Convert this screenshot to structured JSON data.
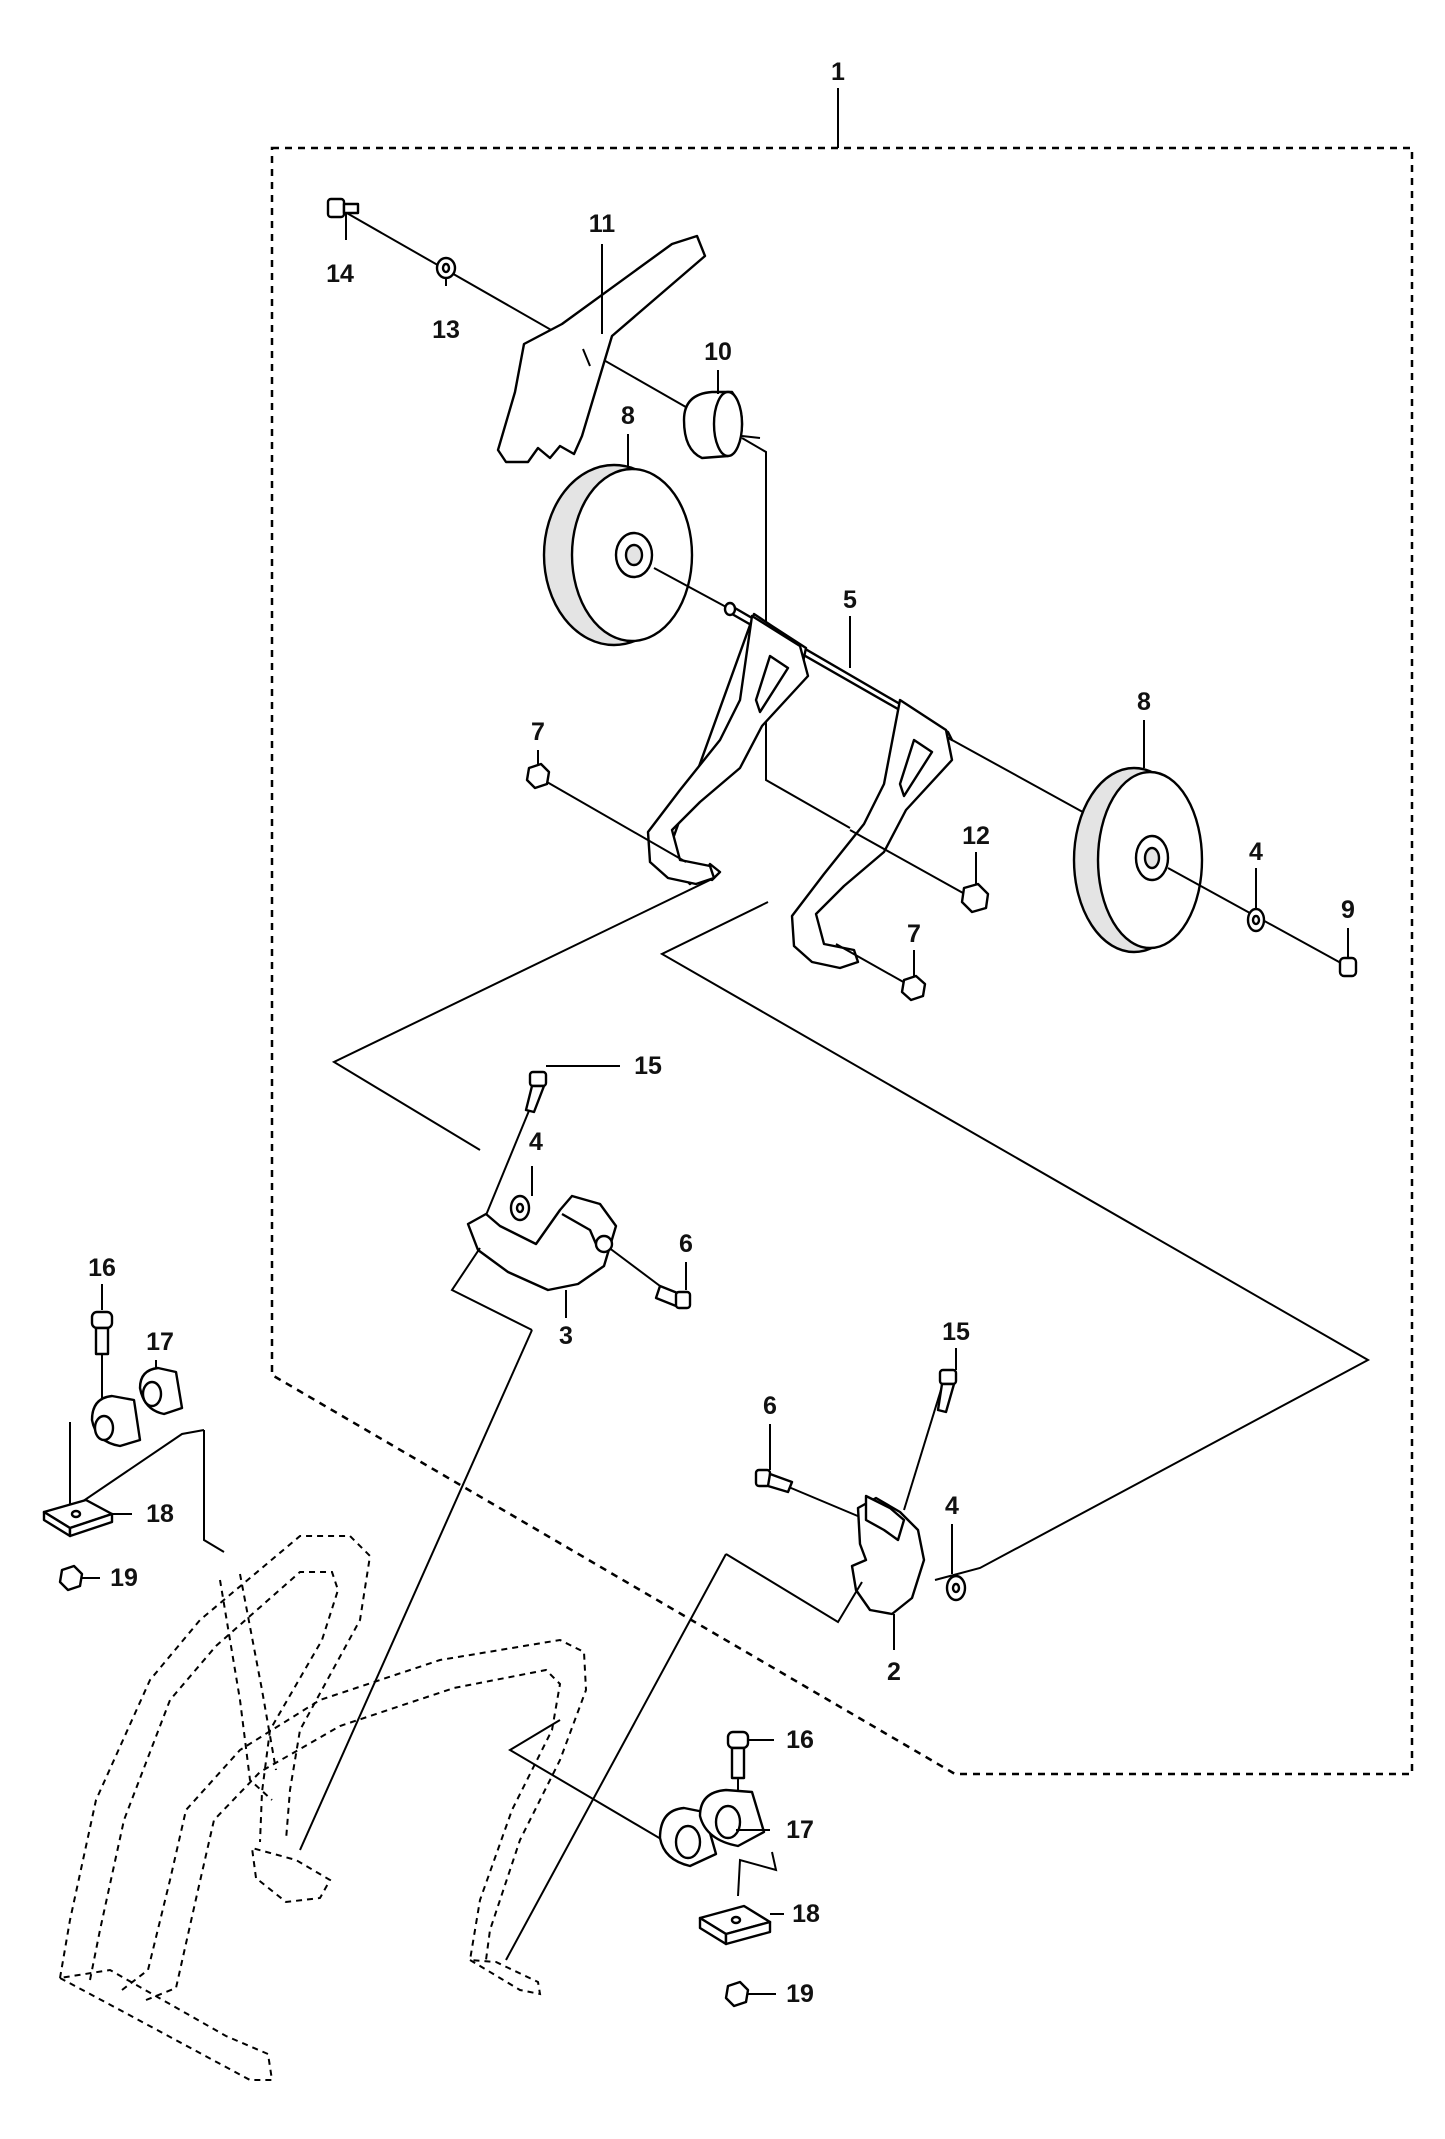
{
  "callouts": [
    {
      "id": "c1",
      "text": "1"
    },
    {
      "id": "c2",
      "text": "2"
    },
    {
      "id": "c3",
      "text": "3"
    },
    {
      "id": "c4a",
      "text": "4"
    },
    {
      "id": "c4b",
      "text": "4"
    },
    {
      "id": "c4c",
      "text": "4"
    },
    {
      "id": "c5",
      "text": "5"
    },
    {
      "id": "c6a",
      "text": "6"
    },
    {
      "id": "c6b",
      "text": "6"
    },
    {
      "id": "c7a",
      "text": "7"
    },
    {
      "id": "c7b",
      "text": "7"
    },
    {
      "id": "c8a",
      "text": "8"
    },
    {
      "id": "c8b",
      "text": "8"
    },
    {
      "id": "c9",
      "text": "9"
    },
    {
      "id": "c10",
      "text": "10"
    },
    {
      "id": "c11",
      "text": "11"
    },
    {
      "id": "c12",
      "text": "12"
    },
    {
      "id": "c13",
      "text": "13"
    },
    {
      "id": "c14",
      "text": "14"
    },
    {
      "id": "c15a",
      "text": "15"
    },
    {
      "id": "c15b",
      "text": "15"
    },
    {
      "id": "c16a",
      "text": "16"
    },
    {
      "id": "c16b",
      "text": "16"
    },
    {
      "id": "c17a",
      "text": "17"
    },
    {
      "id": "c17b",
      "text": "17"
    },
    {
      "id": "c18a",
      "text": "18"
    },
    {
      "id": "c18b",
      "text": "18"
    },
    {
      "id": "c19a",
      "text": "19"
    },
    {
      "id": "c19b",
      "text": "19"
    }
  ]
}
